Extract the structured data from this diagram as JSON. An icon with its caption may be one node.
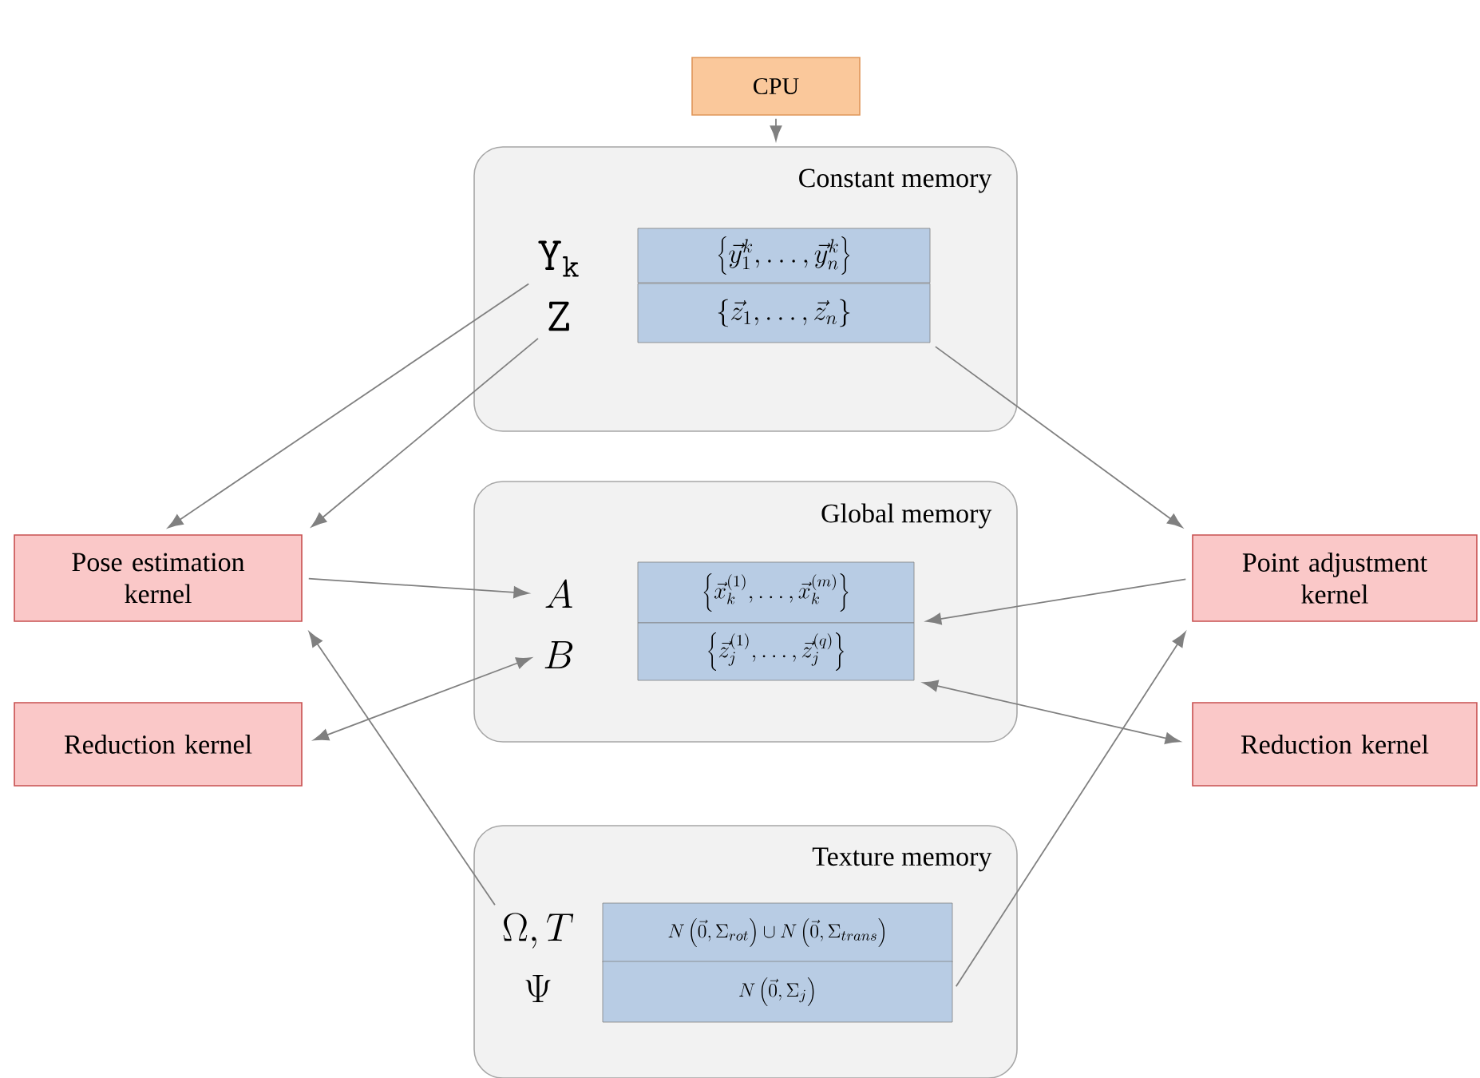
{
  "diagram": {
    "nodes": [
      {
        "text": [
          "CPU"
        ]
      },
      {
        "text": [
          "Constant memory"
        ]
      },
      {
        "text": [
          "\\mathtt{Y}_{\\mathtt{k}}"
        ],
        "in": 1
      },
      {
        "text": [
          "\\mathtt{Z}"
        ],
        "in": 1
      },
      {
        "text": [
          "\\left\\{\\vec{y}^{k}_{1},\\ldots,\\vec{y}^{k}_{n}\\right\\}"
        ],
        "in": 1
      },
      {
        "text": [
          "\\left\\{\\vec{z}_{1},\\ldots,\\vec{z}_{n}\\right\\}"
        ],
        "in": 1
      },
      {
        "text": [
          "Global memory"
        ]
      },
      {
        "text": [
          "A"
        ],
        "in": 6
      },
      {
        "text": [
          "B"
        ],
        "in": 6
      },
      {
        "text": [
          "\\left\\{\\vec{x}_{k}^{(1)},\\ldots,\\vec{x}_{k}^{(m)}\\right\\}"
        ],
        "in": 6
      },
      {
        "text": [
          "\\left\\{\\vec{z}_{j}^{(1)},\\ldots,\\vec{z}_{j}^{(q)}\\right\\}"
        ],
        "in": 6
      },
      {
        "text": [
          "Texture memory"
        ]
      },
      {
        "text": [
          "\\Omega, T"
        ],
        "in": 11
      },
      {
        "text": [
          "\\Psi"
        ],
        "in": 11
      },
      {
        "text": [
          "N\\left(\\vec{0},\\Sigma_{rot}\\right)\\cup N\\left(\\vec{0},\\Sigma_{trans}\\right)"
        ],
        "in": 11
      },
      {
        "text": [
          "N\\left(\\vec{0},\\Sigma_{j}\\right)"
        ],
        "in": 11
      },
      {
        "text": [
          "Pose estimation kernel"
        ]
      },
      {
        "text": [
          "Reduction kernel"
        ]
      },
      {
        "text": [
          "Point adjustment kernel"
        ]
      },
      {
        "text": [
          "Reduction kernel"
        ]
      }
    ],
    "edges": [
      {
        "from": 0,
        "to": 1,
        "arrow": "to"
      },
      {
        "from": 2,
        "to": 16,
        "arrow": "to"
      },
      {
        "from": 3,
        "to": 16,
        "arrow": "to"
      },
      {
        "from": 5,
        "to": 18,
        "arrow": "to"
      },
      {
        "from": 16,
        "to": 7,
        "arrow": "to"
      },
      {
        "from": 8,
        "to": 17,
        "arrow": "both"
      },
      {
        "from": 12,
        "to": 16,
        "arrow": "to"
      },
      {
        "from": 18,
        "to": 9,
        "arrow": "to"
      },
      {
        "from": 10,
        "to": 19,
        "arrow": "both"
      },
      {
        "from": 15,
        "to": 18,
        "arrow": "to"
      }
    ]
  }
}
